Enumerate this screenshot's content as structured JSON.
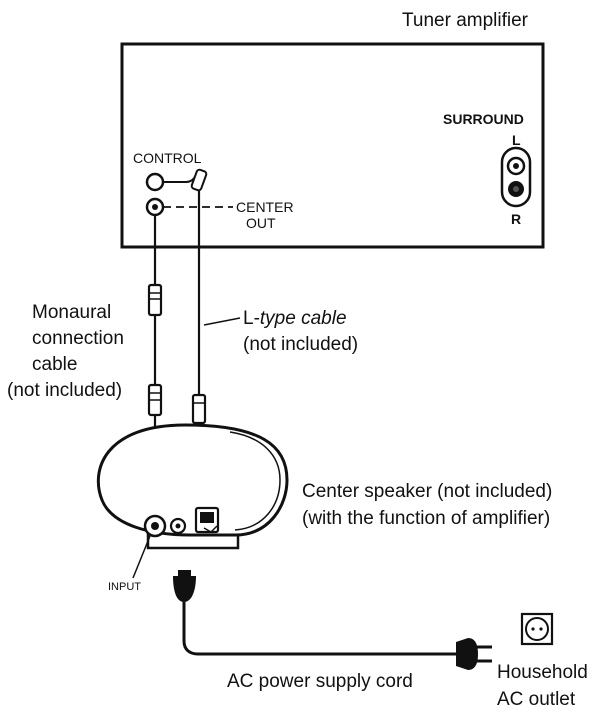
{
  "labels": {
    "tuner_amplifier": "Tuner amplifier",
    "surround": "SURROUND",
    "surround_l": "L",
    "surround_r": "R",
    "control": "CONTROL",
    "center_out_1": "CENTER",
    "center_out_2": "OUT",
    "monaural_1": "Monaural",
    "monaural_2": "connection",
    "monaural_3": "cable",
    "monaural_4": "(not included)",
    "ltype_prefix": "L-",
    "ltype_italic": "type cable",
    "ltype_2": "(not included)",
    "speaker_1": "Center speaker (not included)",
    "speaker_2": "(with the function of amplifier)",
    "input": "INPUT",
    "power_cord": "AC power supply cord",
    "outlet_1": "Household",
    "outlet_2": "AC outlet"
  }
}
